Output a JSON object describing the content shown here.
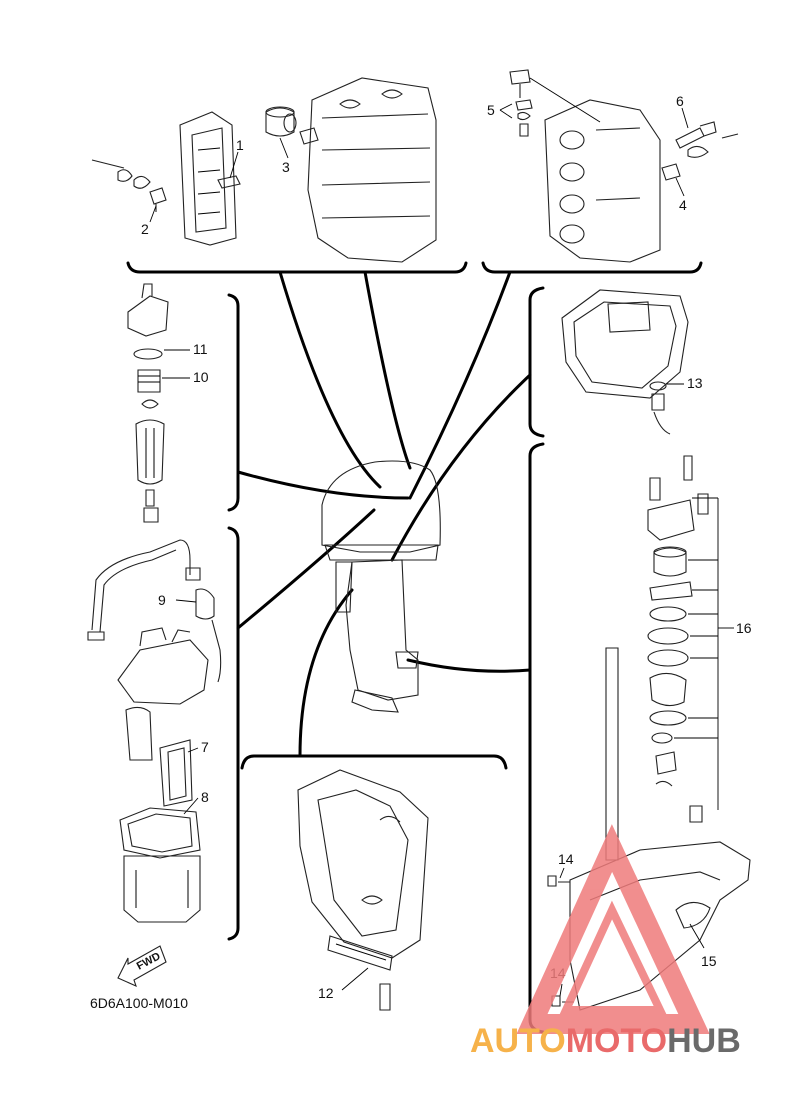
{
  "drawing_code": "6D6A100-M010",
  "fwd_label": "FWD",
  "watermark": {
    "auto": "AUTO",
    "moto": "MOTO",
    "hub": "HUB",
    "color_auto": "#f6b24a",
    "color_moto": "#e96a6a",
    "color_hub": "#6a6a6a"
  },
  "callouts": {
    "c1": "1",
    "c2": "2",
    "c3": "3",
    "c4": "4",
    "c5": "5",
    "c6": "6",
    "c7": "7",
    "c8": "8",
    "c9": "9",
    "c10": "10",
    "c11": "11",
    "c12": "12",
    "c13": "13",
    "c14a": "14",
    "c14b": "14",
    "c15": "15",
    "c16": "16"
  }
}
